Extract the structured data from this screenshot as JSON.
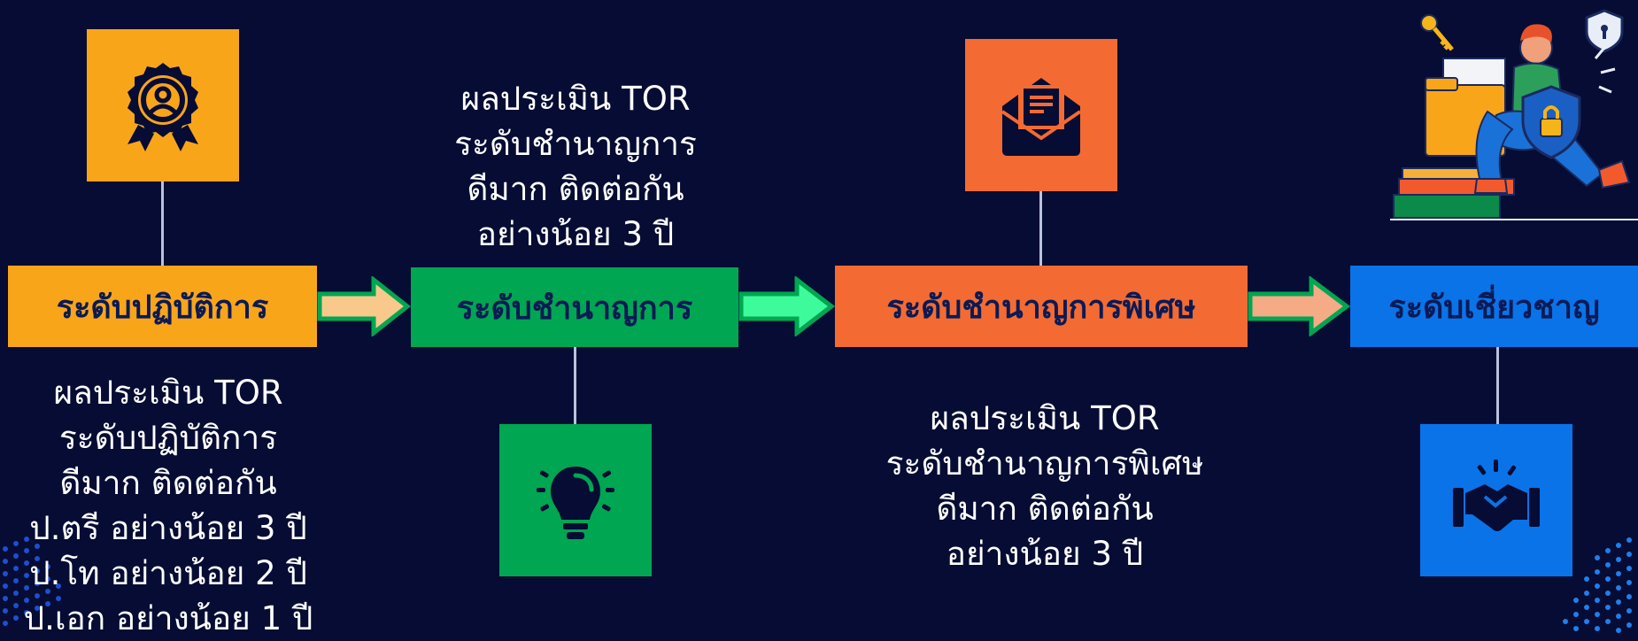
{
  "stages": [
    {
      "label": "ระดับปฏิบัติการ",
      "color": "#f9a51a",
      "text_color": "#0b1a55",
      "icon": "badge-person-icon"
    },
    {
      "label": "ระดับชำนาญการ",
      "color": "#00a651",
      "text_color": "#0b1a55",
      "icon": "lightbulb-icon"
    },
    {
      "label": "ระดับชำนาญการพิเศษ",
      "color": "#f36b32",
      "text_color": "#0b1a55",
      "icon": "envelope-document-icon"
    },
    {
      "label": "ระดับเชี่ยวชาญ",
      "color": "#0a73e8",
      "text_color": "#0b1a55",
      "icon": "handshake-icon"
    }
  ],
  "descriptions": [
    {
      "lines": [
        "ผลประเมิน TOR",
        "ระดับปฏิบัติการ",
        "ดีมาก ติดต่อกัน",
        "ป.ตรี อย่างน้อย 3 ปี",
        "ป.โท อย่างน้อย 2 ปี",
        "ป.เอก อย่างน้อย 1 ปี"
      ]
    },
    {
      "lines": [
        "ผลประเมิน TOR",
        "ระดับชำนาญการ",
        "ดีมาก ติดต่อกัน",
        "อย่างน้อย 3 ปี"
      ]
    },
    {
      "lines": [
        "ผลประเมิน TOR",
        "ระดับชำนาญการพิเศษ",
        "ดีมาก ติดต่อกัน",
        "อย่างน้อย 3 ปี"
      ]
    }
  ],
  "arrows": [
    {
      "fill": "#f8c98a",
      "stroke": "#00a651"
    },
    {
      "fill": "#3dfb9b",
      "stroke": "#00a651"
    },
    {
      "fill": "#f5ab85",
      "stroke": "#00a651"
    }
  ],
  "illustration": {
    "icon": "security-person-illustration"
  },
  "background": "#060c33"
}
